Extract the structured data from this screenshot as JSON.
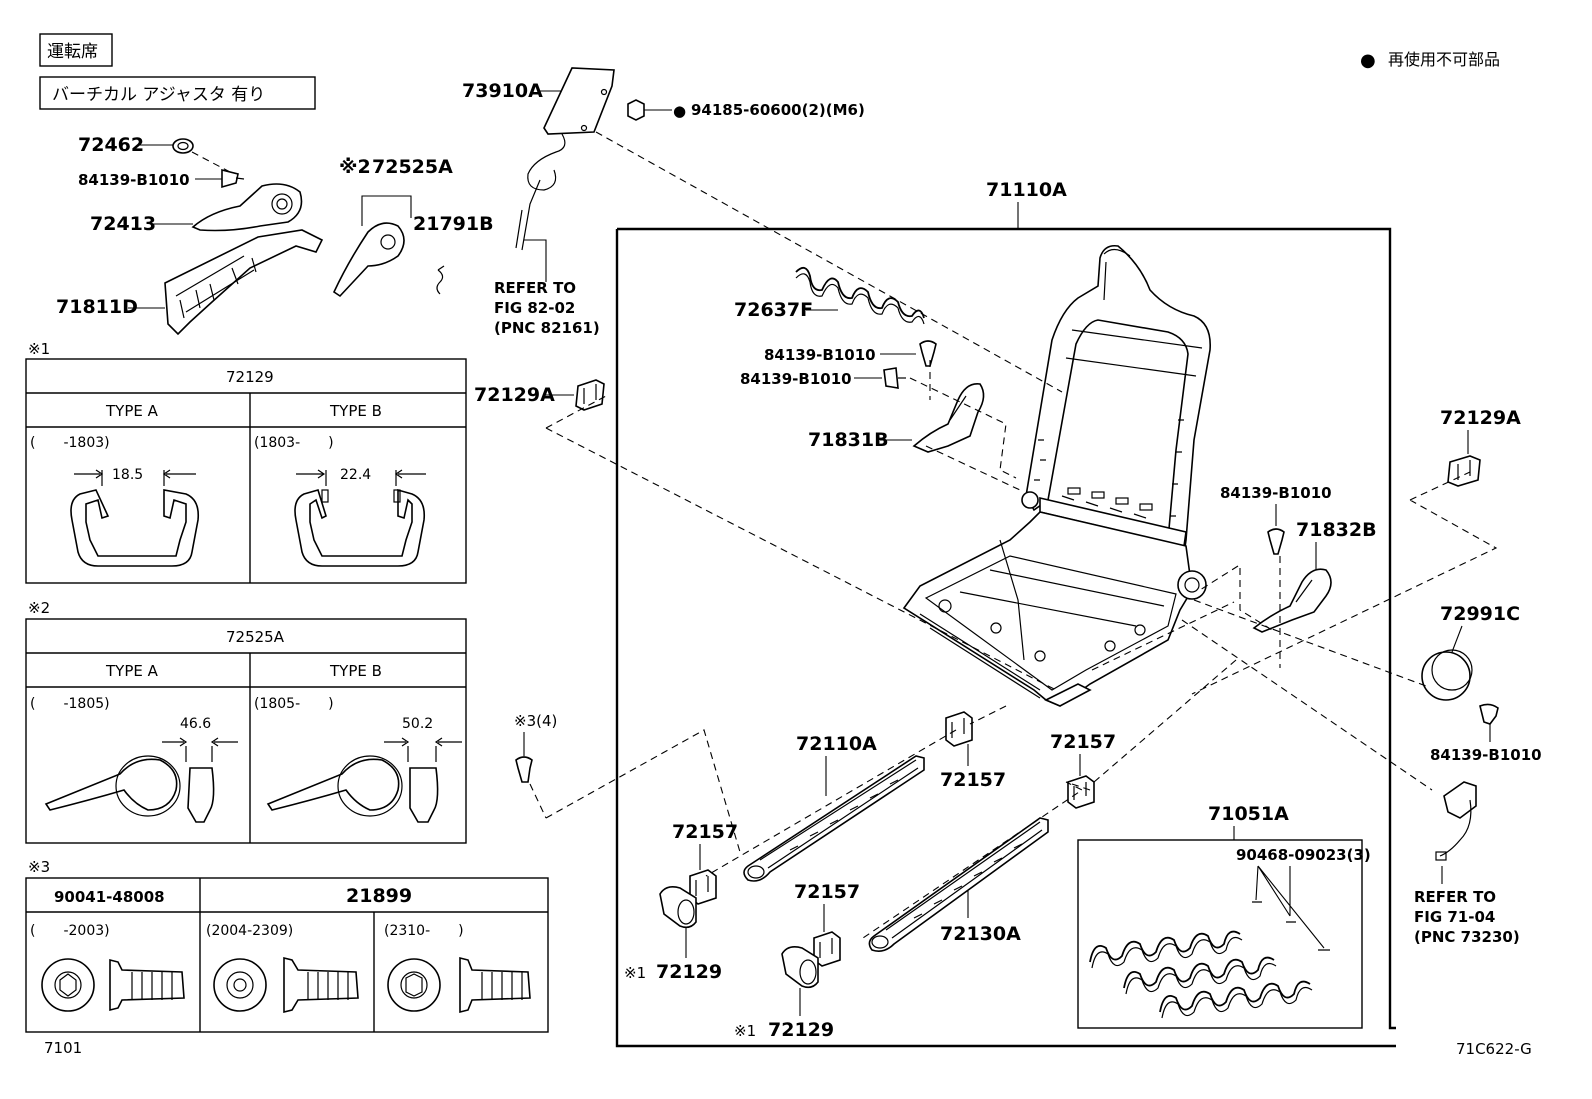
{
  "header": {
    "seat_position": "運転席",
    "condition": "バーチカル アジャスタ 有り",
    "legend_marker": "●",
    "legend_text": "再使用不可部品"
  },
  "parts": {
    "p72462": "72462",
    "p84139_a": "84139-B1010",
    "p72413": "72413",
    "p71811D": "71811D",
    "p72525A_note": "※2",
    "p72525A": "72525A",
    "p21791B": "21791B",
    "p73910A": "73910A",
    "p94185_marker": "●",
    "p94185": "94185-60600(2)(M6)",
    "ref1_line1": "REFER TO",
    "ref1_line2": "FIG 82-02",
    "ref1_line3": "(PNC 82161)",
    "p71110A": "71110A",
    "p72637F": "72637F",
    "p84139_b": "84139-B1010",
    "p84139_c": "84139-B1010",
    "p72129A_left": "72129A",
    "p71831B": "71831B",
    "p72129A_right": "72129A",
    "p84139_d": "84139-B1010",
    "p71832B": "71832B",
    "p72991C": "72991C",
    "p84139_e": "84139-B1010",
    "ref2_line1": "REFER TO",
    "ref2_line2": "FIG 71-04",
    "ref2_line3": "(PNC 73230)",
    "p3_note": "※3(4)",
    "p72110A": "72110A",
    "p72157_a": "72157",
    "p72157_b": "72157",
    "p72157_c": "72157",
    "p72157_d": "72157",
    "p72130A": "72130A",
    "p72129_a_note": "※1",
    "p72129_a": "72129",
    "p72129_b_note": "※1",
    "p72129_b": "72129",
    "p71051A": "71051A",
    "p90468": "90468-09023(3)"
  },
  "table1": {
    "note": "※1",
    "title": "72129",
    "typeA": "TYPE A",
    "typeB": "TYPE B",
    "rangeA": "(　　-1803)",
    "rangeB": "(1803-　　)",
    "dimA": "18.5",
    "dimB": "22.4"
  },
  "table2": {
    "note": "※2",
    "title": "72525A",
    "typeA": "TYPE A",
    "typeB": "TYPE B",
    "rangeA": "(　　-1805)",
    "rangeB": "(1805-　　)",
    "dimA": "46.6",
    "dimB": "50.2"
  },
  "table3": {
    "note": "※3",
    "col1": "90041-48008",
    "col2": "21899",
    "range1": "(　　-2003)",
    "range2": "(2004-2309)",
    "range3": "(2310-　　)"
  },
  "footer": {
    "left": "7101",
    "right": "71C622-G"
  }
}
